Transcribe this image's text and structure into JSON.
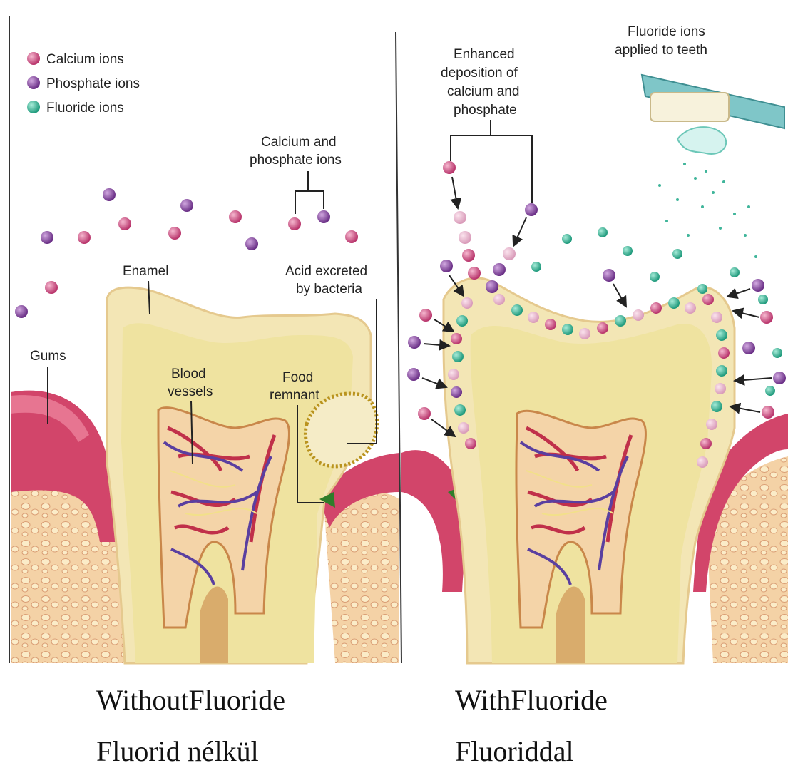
{
  "legend": {
    "calcium": "Calcium ions",
    "phosphate": "Phosphate ions",
    "fluoride": "Fluoride ions"
  },
  "colors": {
    "calcium": "#c7457a",
    "phosphate": "#8a4a9a",
    "fluoride": "#3fb59a",
    "gum": "#d2456a",
    "enamel": "#f3e6b5",
    "dentin": "#efe3a0",
    "bone": "#f2cfa0"
  },
  "left_panel": {
    "ions_label": [
      "Calcium and",
      "phosphate ions"
    ],
    "enamel_label": "Enamel",
    "acid_label": [
      "Acid excreted",
      "by bacteria"
    ],
    "gums_label": "Gums",
    "vessels_label": [
      "Blood",
      "vessels"
    ],
    "food_label": [
      "Food",
      "remnant"
    ]
  },
  "right_panel": {
    "deposition_label": [
      "Enhanced",
      "deposition of",
      "calcium and",
      "phosphate"
    ],
    "applied_label": [
      "Fluoride ions",
      "applied to teeth"
    ]
  },
  "captions": {
    "left_en": "WithoutFluoride",
    "right_en": "WithFluoride",
    "left_hu": "Fluorid nélkül",
    "right_hu": "Fluoriddal"
  }
}
